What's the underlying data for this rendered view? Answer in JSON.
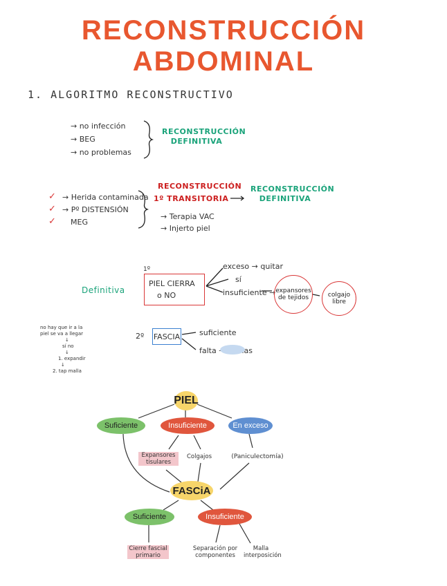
{
  "title": "RECONSTRUCCIÓN ABDOMINAL",
  "section1": {
    "number": "1.",
    "heading": "ALGORITMO RECONSTRUCTIVO"
  },
  "block1": {
    "items": [
      "→ no infección",
      "→ BEG",
      "→ no problemas"
    ],
    "result": "RECONSTRUCCIÓN DEFINITIVA"
  },
  "block2": {
    "checks": [
      "✓",
      "✓",
      "✓"
    ],
    "items": [
      "→ Herida contaminada",
      "→ Pº DISTENSIÓN",
      "MEG"
    ],
    "red_title": "RECONSTRUCCIÓN",
    "step": "1º TRANSITORIA",
    "sub": [
      "→ Terapia VAC",
      "→ Injerto piel"
    ],
    "result": "RECONSTRUCCIÓN DEFINITIVA"
  },
  "block3": {
    "label": "Definitiva",
    "box_num": "1º",
    "box_line1": "PIEL CIERRA",
    "box_line2": "o NO",
    "options": [
      "exceso → quitar",
      "sí",
      "insuficiente →"
    ],
    "circle1": "expansores de tejidos",
    "circle2": "colgajo libre"
  },
  "block4": {
    "side_note": [
      "no hay que ir a la",
      "piel se va a llegar",
      "↓",
      "sí no",
      "↓",
      "1. expandir",
      "↓",
      "2. tap malla"
    ],
    "step": "2º",
    "box": "FASCIA",
    "options": [
      "suficiente",
      "falta → mallas"
    ]
  },
  "diagram": {
    "root": "PIEL",
    "level1": [
      "Suficiente",
      "Insuficiente",
      "En exceso"
    ],
    "level1_sub": [
      "Expansores tisulares",
      "Colgajos",
      "(Paniculectomía)"
    ],
    "mid": "FASCiA",
    "level2": [
      "Suficiente",
      "Insuficiente"
    ],
    "leaves": [
      "Cierre fascial primario",
      "Separación por componentes",
      "Malla interposición"
    ],
    "colors": {
      "green": "#7cc16a",
      "red": "#e0563d",
      "blue": "#5f8fd1",
      "yellow": "#f7d56a"
    }
  }
}
